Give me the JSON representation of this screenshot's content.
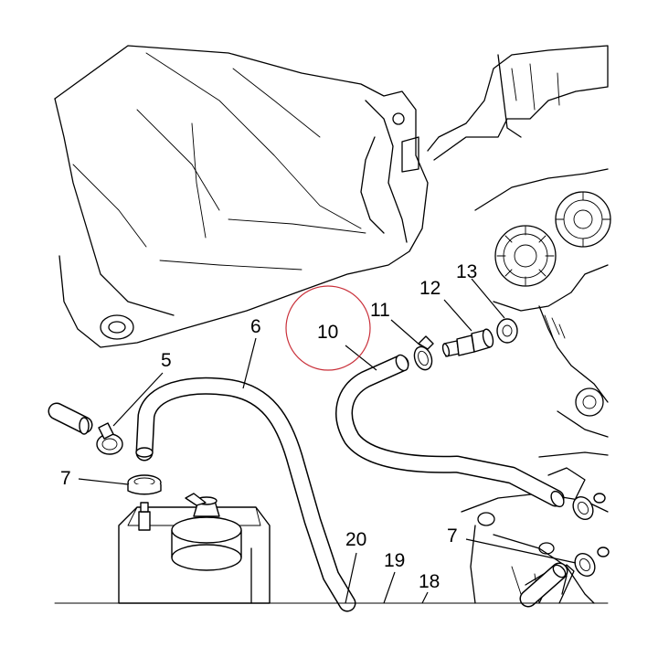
{
  "callouts": {
    "c5": "5",
    "c6": "6",
    "c7a": "7",
    "c7b": "7",
    "c10": "10",
    "c11": "11",
    "c12": "12",
    "c13": "13",
    "c18": "18",
    "c19": "19",
    "c20": "20"
  },
  "highlight": {
    "target": "10",
    "color": "#c9303a"
  }
}
